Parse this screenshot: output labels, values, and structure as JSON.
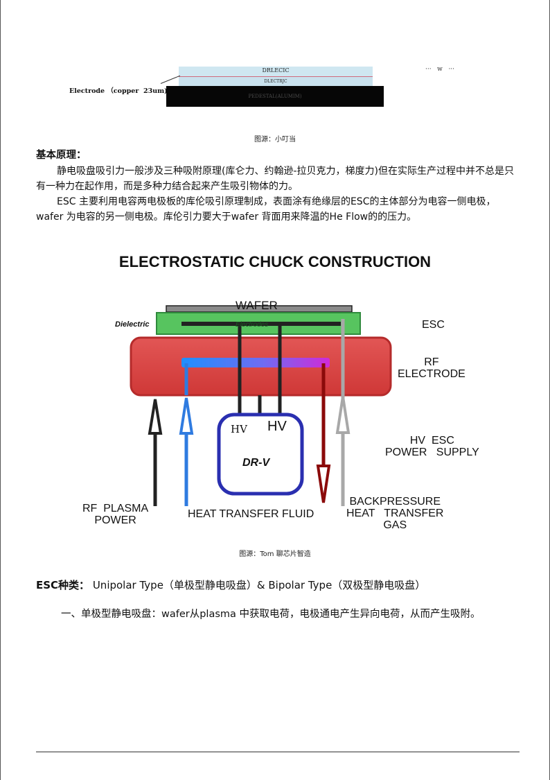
{
  "top_figure": {
    "layer_top": "DRLECIC",
    "layer_mid": "DLECTRJC",
    "pedestal": "PEDESTAL(ALUMIM)",
    "electrode_label": "Electrode （copper  23um)",
    "dots_label": "···   w   ···"
  },
  "caption1": "图源：小叮当",
  "principle": {
    "heading": "基本原理：",
    "p1": "静电吸盘吸引力一般涉及三种吸附原理(库仑力、约翰逊-拉贝克力，梯度力)但在实际生产过程中并不总是只有一种力在起作用，而是多种力结合起来产生吸引物体的力。",
    "p2": "ESC 主要利用电容两电极板的库伦吸引原理制成，表面涂有绝缘层的ESC的主体部分为电容一侧电极，wafer 为电容的另一侧电极。库伦引力要大于wafer 背面用来降温的He Flow的的压力。"
  },
  "diagram": {
    "title": "ELECTROSTATIC CHUCK CONSTRUCTION",
    "wafer": "WAFER",
    "dielectric": "Dielectric",
    "electrodes": "Electrodes",
    "esc": "ESC",
    "rf_electrode": "RF\nELECTRODE",
    "hv_small": "HV",
    "hv_large": "HV",
    "drv": "DR-V",
    "hv_supply": "HV  ESC\nPOWER   SUPPLY",
    "rf_plasma": "RF  PLASMA\nPOWER",
    "heat_fluid": "HEAT  TRANSFER  FLUID",
    "backpressure": "BACKPRESSURE\nHEAT   TRANSFER\nGAS",
    "colors": {
      "chuck_red": "#d9403f",
      "esc_green": "#4fbf5f",
      "drv_blue": "#2a2fb0",
      "fluid_blue": "#2f7be0",
      "return_red": "#8b0a0a",
      "gas_gray": "#a8a8a8"
    }
  },
  "caption2": "图源：Tom 聊芯片智造",
  "esc_types": {
    "label": "ESC种类：",
    "text": " Unipolar  Type（单极型静电吸盘）& Bipolar  Type（双极型静电吸盘）"
  },
  "unipolar": "一、单极型静电吸盘：wafer从plasma 中获取电荷，电极通电产生异向电荷，从而产生吸附。"
}
